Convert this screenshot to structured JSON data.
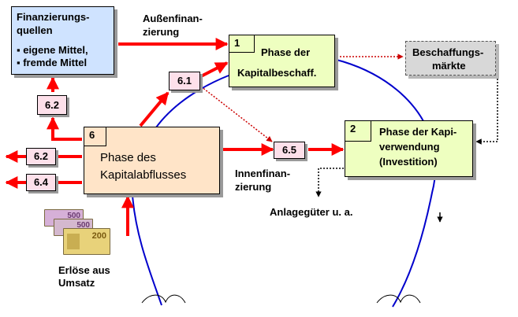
{
  "finance_sources": {
    "title_line1": "Finanzierungs-",
    "title_line2": "quellen",
    "bullet1": "▪ eigene Mittel,",
    "bullet2": "▪ fremde Mittel"
  },
  "phase1": {
    "number": "1",
    "line1": "Phase der",
    "line2": "Kapitalbeschaff."
  },
  "phase2": {
    "number": "2",
    "line1": "Phase der Kapi-",
    "line2": "verwendung",
    "line3": "(Investition)"
  },
  "phase6": {
    "number": "6",
    "line1": "Phase des",
    "line2": "Kapitalabflusses"
  },
  "markets": {
    "line1": "Beschaffungs-",
    "line2": "märkte"
  },
  "labels": {
    "l61": "6.1",
    "l62_top": "6.2",
    "l62_left": "6.2",
    "l64": "6.4",
    "l65": "6.5"
  },
  "external": {
    "line1": "Außenfinan-",
    "line2": "zierung"
  },
  "internal": {
    "line1": "Innenfinan-",
    "line2": "zierung"
  },
  "assets": "Anlagegüter u. a.",
  "revenue": {
    "line1": "Erlöse aus",
    "line2": "Umsatz"
  },
  "money": {
    "n1": "500",
    "n2": "200"
  },
  "colors": {
    "arrow": "#ff0000",
    "circle": "#0000cc",
    "dotted": "#cc0000"
  }
}
